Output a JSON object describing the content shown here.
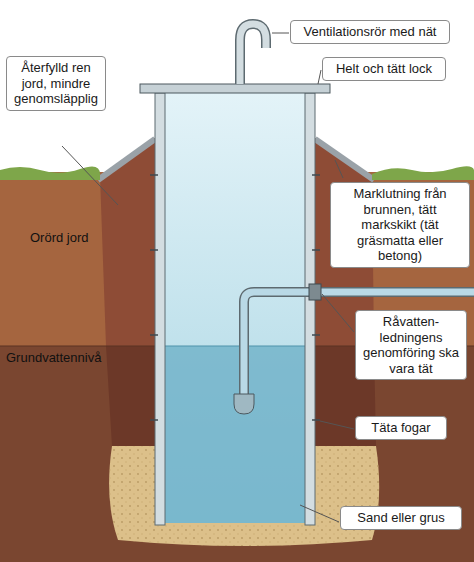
{
  "diagram": {
    "nodes": [
      {
        "text": [
          "Ventilationsrör med nät"
        ]
      },
      {
        "text": [
          "Helt och tätt lock"
        ]
      },
      {
        "text": [
          "Återfylld ren jord, mindre genomsläpplig"
        ]
      },
      {
        "text": [
          "Marklutning från brunnen, tätt markskikt (tät gräsmatta eller betong)"
        ]
      },
      {
        "text": [
          "Råvatten- ledningens genomföring ska vara tät"
        ]
      },
      {
        "text": [
          "Täta fogar"
        ]
      },
      {
        "text": [
          "Sand eller grus"
        ]
      }
    ],
    "labels": [
      "Orörd jord",
      "Grundvattennivå"
    ]
  }
}
